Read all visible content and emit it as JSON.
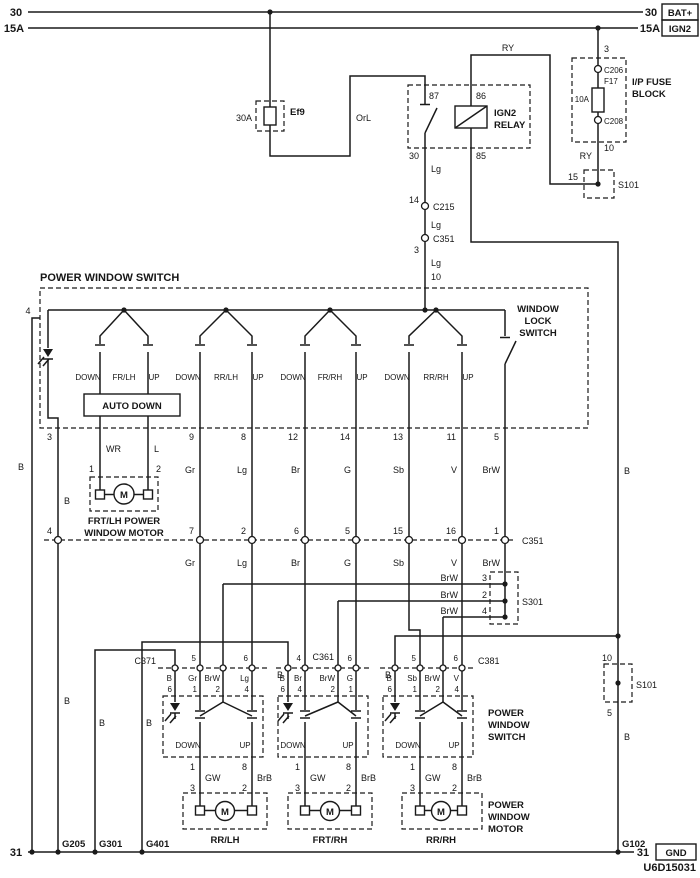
{
  "doc": {
    "number": "U6D15031",
    "motor_symbol": "M",
    "wire_b": "B"
  },
  "rails": {
    "r30_left": "30",
    "r30_right": "30",
    "bat_box": "BAT+",
    "r15a_left": "15A",
    "r15a_right": "15A",
    "ign_box": "IGN2",
    "r31_left": "31",
    "r31_right": "31",
    "gnd_box": "GND"
  },
  "ef9": {
    "rating": "30A",
    "name": "Ef9",
    "wire_color": "OrL"
  },
  "relay": {
    "pin87": "87",
    "pin86": "86",
    "pin30": "30",
    "pin85": "85",
    "name1": "IGN2",
    "name2": "RELAY",
    "coil_wire": "RY"
  },
  "ip_fuse": {
    "pin_top": "3",
    "c206": "C206",
    "name": "F17",
    "rating": "10A",
    "c208": "C208",
    "pin_bottom": "10",
    "title1": "I/P FUSE",
    "title2": "BLOCK",
    "wire": "RY"
  },
  "s101_top": {
    "pin": "15",
    "name": "S101"
  },
  "feed": {
    "lg1": "Lg",
    "c215_pin": "14",
    "c215": "C215",
    "lg2": "Lg",
    "c351_pin": "3",
    "c351": "C351",
    "lg3": "Lg",
    "pin10": "10"
  },
  "main_switch": {
    "title": "POWER WINDOW SWITCH",
    "lock1": "WINDOW",
    "lock2": "LOCK",
    "lock3": "SWITCH",
    "auto_down": "AUTO DOWN",
    "pin4": "4",
    "pin3": "3",
    "pin5": "5",
    "switches": [
      {
        "down": "DOWN",
        "name": "FR/LH",
        "up": "UP"
      },
      {
        "down": "DOWN",
        "name": "RR/LH",
        "up": "UP"
      },
      {
        "down": "DOWN",
        "name": "FR/RH",
        "up": "UP"
      },
      {
        "down": "DOWN",
        "name": "RR/RH",
        "up": "UP"
      }
    ],
    "bottom_pins": [
      "9",
      "8",
      "12",
      "14",
      "13",
      "11"
    ],
    "motor": {
      "pin_left": "1",
      "pin_right": "2",
      "wire_left": "WR",
      "wire_right": "L",
      "label1": "FRT/LH POWER",
      "label2": "WINDOW MOTOR"
    },
    "out_colors": [
      "Gr",
      "Lg",
      "Br",
      "G",
      "Sb",
      "V",
      "BrW"
    ]
  },
  "c351_row": {
    "name": "C351",
    "pins": [
      "4",
      "7",
      "2",
      "6",
      "5",
      "15",
      "16",
      "1"
    ],
    "colors": [
      "Gr",
      "Lg",
      "Br",
      "G",
      "Sb",
      "V",
      "BrW"
    ]
  },
  "s301": {
    "name": "S301",
    "branches": [
      {
        "color": "BrW",
        "pin": "3"
      },
      {
        "color": "BrW",
        "pin": "2"
      },
      {
        "color": "BrW",
        "pin": "4"
      }
    ]
  },
  "connector_rows": {
    "c371": "C371",
    "c361": "C361",
    "c381": "C381",
    "pins": [
      [
        "5",
        "6"
      ],
      [
        "4",
        "6"
      ],
      [
        "5",
        "6"
      ]
    ]
  },
  "sub_switches": [
    {
      "cols": [
        {
          "c": "B",
          "p": "6"
        },
        {
          "c": "Gr",
          "p": "1"
        },
        {
          "c": "BrW",
          "p": "2"
        },
        {
          "c": "Lg",
          "p": "4"
        }
      ],
      "down": "DOWN",
      "up": "UP",
      "out_left_pin": "1",
      "out_left": "GW",
      "out_right_pin": "8",
      "out_right": "BrB",
      "m_left": "3",
      "m_right": "2",
      "motor": "RR/LH"
    },
    {
      "cols": [
        {
          "c": "B",
          "p": "6"
        },
        {
          "c": "Br",
          "p": "4"
        },
        {
          "c": "BrW",
          "p": "2"
        },
        {
          "c": "G",
          "p": "1"
        }
      ],
      "down": "DOWN",
      "up": "UP",
      "out_left_pin": "1",
      "out_left": "GW",
      "out_right_pin": "8",
      "out_right": "BrB",
      "m_left": "3",
      "m_right": "2",
      "motor": "FRT/RH"
    },
    {
      "cols": [
        {
          "c": "B",
          "p": "6"
        },
        {
          "c": "Sb",
          "p": "1"
        },
        {
          "c": "BrW",
          "p": "2"
        },
        {
          "c": "V",
          "p": "4"
        }
      ],
      "down": "DOWN",
      "up": "UP",
      "out_left_pin": "1",
      "out_left": "GW",
      "out_right_pin": "8",
      "out_right": "BrB",
      "m_left": "3",
      "m_right": "2",
      "motor": "RR/RH"
    }
  ],
  "side_labels": {
    "sw1": "POWER",
    "sw2": "WINDOW",
    "sw3": "SWITCH",
    "mo1": "POWER",
    "mo2": "WINDOW",
    "mo3": "MOTOR"
  },
  "s101_bottom": {
    "pin_top": "10",
    "pin_bottom": "5",
    "name": "S101"
  },
  "grounds": {
    "g205": "G205",
    "g301": "G301",
    "g401": "G401",
    "g102": "G102"
  }
}
